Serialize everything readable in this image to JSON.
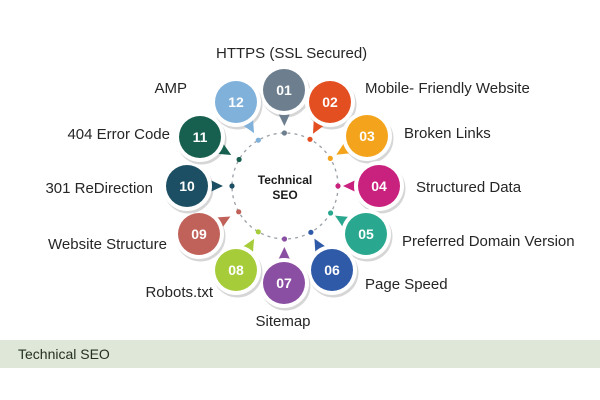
{
  "center": {
    "line1": "Technical",
    "line2": "SEO"
  },
  "nodes": [
    {
      "num": "01",
      "label": "HTTPS (SSL Secured)",
      "color": "#6d7f8e"
    },
    {
      "num": "02",
      "label": "Mobile- Friendly Website",
      "color": "#e34f21"
    },
    {
      "num": "03",
      "label": "Broken Links",
      "color": "#f3a41c"
    },
    {
      "num": "04",
      "label": "Structured Data",
      "color": "#c9217e"
    },
    {
      "num": "05",
      "label": "Preferred Domain Version",
      "color": "#2aa88f"
    },
    {
      "num": "06",
      "label": "Page Speed",
      "color": "#2f5aa8"
    },
    {
      "num": "07",
      "label": "Sitemap",
      "color": "#8a4fa2"
    },
    {
      "num": "08",
      "label": "Robots.txt",
      "color": "#a6cc3a"
    },
    {
      "num": "09",
      "label": "Website Structure",
      "color": "#c0625a"
    },
    {
      "num": "10",
      "label": "301 ReDirection",
      "color": "#1c4f63"
    },
    {
      "num": "11",
      "label": "404 Error Code",
      "color": "#17604f"
    },
    {
      "num": "12",
      "label": "AMP",
      "color": "#7fb1db"
    }
  ],
  "caption": "Technical SEO"
}
